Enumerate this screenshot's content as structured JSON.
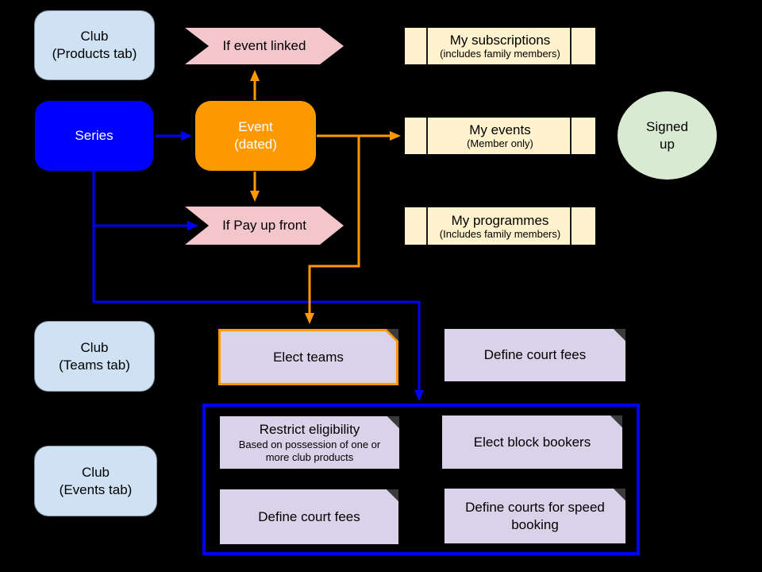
{
  "diagram": {
    "palette": {
      "background": "#000000",
      "club_box_blue": "#cfe2f3",
      "series_blue": "#0000ff",
      "event_orange": "#ff9900",
      "condition_pink": "#f3c6cb",
      "member_view_cream": "#fff2cc",
      "signed_up_green": "#d9ead3",
      "action_purple": "#d9d2e9",
      "connector_blue": "#0000ff",
      "connector_orange": "#ff9900"
    },
    "nodes": {
      "club_products": {
        "line1": "Club",
        "line2": "(Products tab)"
      },
      "series": {
        "label": "Series"
      },
      "event": {
        "line1": "Event",
        "line2": "(dated)"
      },
      "if_event_linked": {
        "label": "If event linked"
      },
      "if_pay_up_front": {
        "label": "If Pay up front"
      },
      "my_subscriptions": {
        "title": "My subscriptions",
        "subtitle": "(includes family members)"
      },
      "my_events": {
        "title": "My events",
        "subtitle": "(Member only)"
      },
      "my_programmes": {
        "title": "My programmes",
        "subtitle": "(Includes family members)"
      },
      "signed_up": {
        "line1": "Signed",
        "line2": "up"
      },
      "club_teams": {
        "line1": "Club",
        "line2": "(Teams tab)"
      },
      "elect_teams": {
        "label": "Elect teams"
      },
      "define_court_fees_top": {
        "label": "Define court fees"
      },
      "club_events": {
        "line1": "Club",
        "line2": "(Events tab)"
      },
      "restrict_eligibility": {
        "title": "Restrict eligibility",
        "subtitle": "Based on possession of one or more club products"
      },
      "elect_block_bookers": {
        "label": "Elect block bookers"
      },
      "define_court_fees_bottom": {
        "label": "Define court fees"
      },
      "define_courts_speed": {
        "label": "Define courts for speed booking"
      }
    }
  }
}
